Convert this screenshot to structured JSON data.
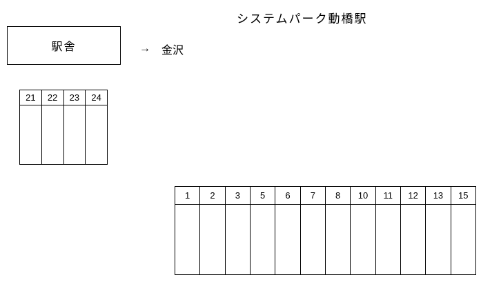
{
  "title": "システムパーク動橋駅",
  "station_building": {
    "label": "駅舎"
  },
  "direction": {
    "arrow": "→",
    "label": "金沢"
  },
  "left_lot": {
    "spaces": [
      "21",
      "22",
      "23",
      "24"
    ]
  },
  "right_lot": {
    "spaces": [
      "1",
      "2",
      "3",
      "5",
      "6",
      "7",
      "8",
      "10",
      "11",
      "12",
      "13",
      "15"
    ]
  }
}
